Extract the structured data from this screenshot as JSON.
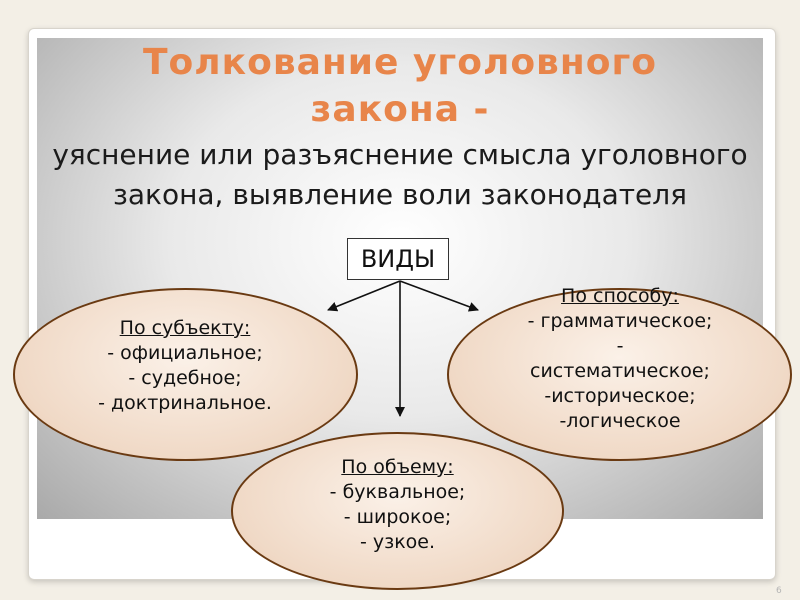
{
  "slide": {
    "title_line1": "Толкование уголовного",
    "title_line2": "закона -",
    "subtitle_line1": "уяснение или разъяснение смысла уголовного",
    "subtitle_line2": "закона, выявление воли законодателя",
    "page_number": "6"
  },
  "colors": {
    "title": "#e8854a",
    "oval_border": "#6a3a12",
    "oval_fill": "#f0d9c6"
  },
  "diagram": {
    "root": "ВИДЫ",
    "by_subject": {
      "heading": "По субъекту:",
      "items": [
        "- официальное;",
        "- судебное;",
        "- доктринальное."
      ]
    },
    "by_method": {
      "heading": "По способу:",
      "items": [
        "- грамматическое;",
        "-",
        "систематическое;",
        "-историческое;",
        "-логическое"
      ]
    },
    "by_scope": {
      "heading": "По объему:",
      "items": [
        "- буквальное;",
        "- широкое;",
        "- узкое."
      ]
    }
  }
}
